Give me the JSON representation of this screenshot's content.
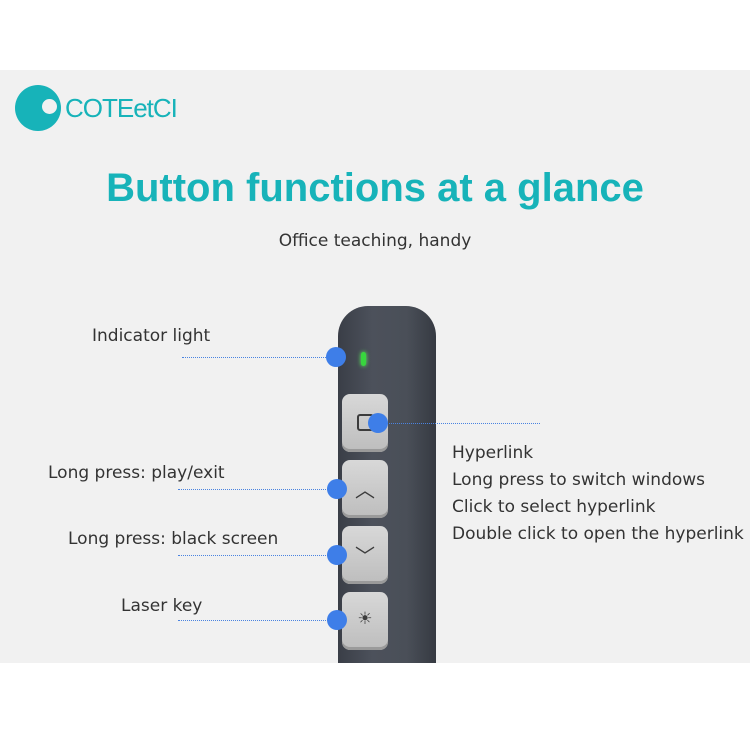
{
  "brand": {
    "name": "COTEetCI",
    "color": "#17b3b9"
  },
  "heading": {
    "title": "Button functions at a glance",
    "subtitle": "Office teaching, handy"
  },
  "callouts": {
    "indicator": "Indicator light",
    "play": "Long press: play/exit",
    "black": "Long press: black screen",
    "laser": "Laser key"
  },
  "hyperlink": {
    "title": "Hyperlink",
    "lines": [
      "Long press to switch windows",
      "Click to select hyperlink",
      "Double click to open the hyperlink"
    ]
  },
  "icons": {
    "up": "chevron-up-icon",
    "down": "chevron-down-icon",
    "laser": "sun-icon",
    "hyperlink": "square-icon"
  },
  "colors": {
    "accent": "#17b3b9",
    "dot": "#3e7ee8",
    "led": "#38d63e"
  }
}
